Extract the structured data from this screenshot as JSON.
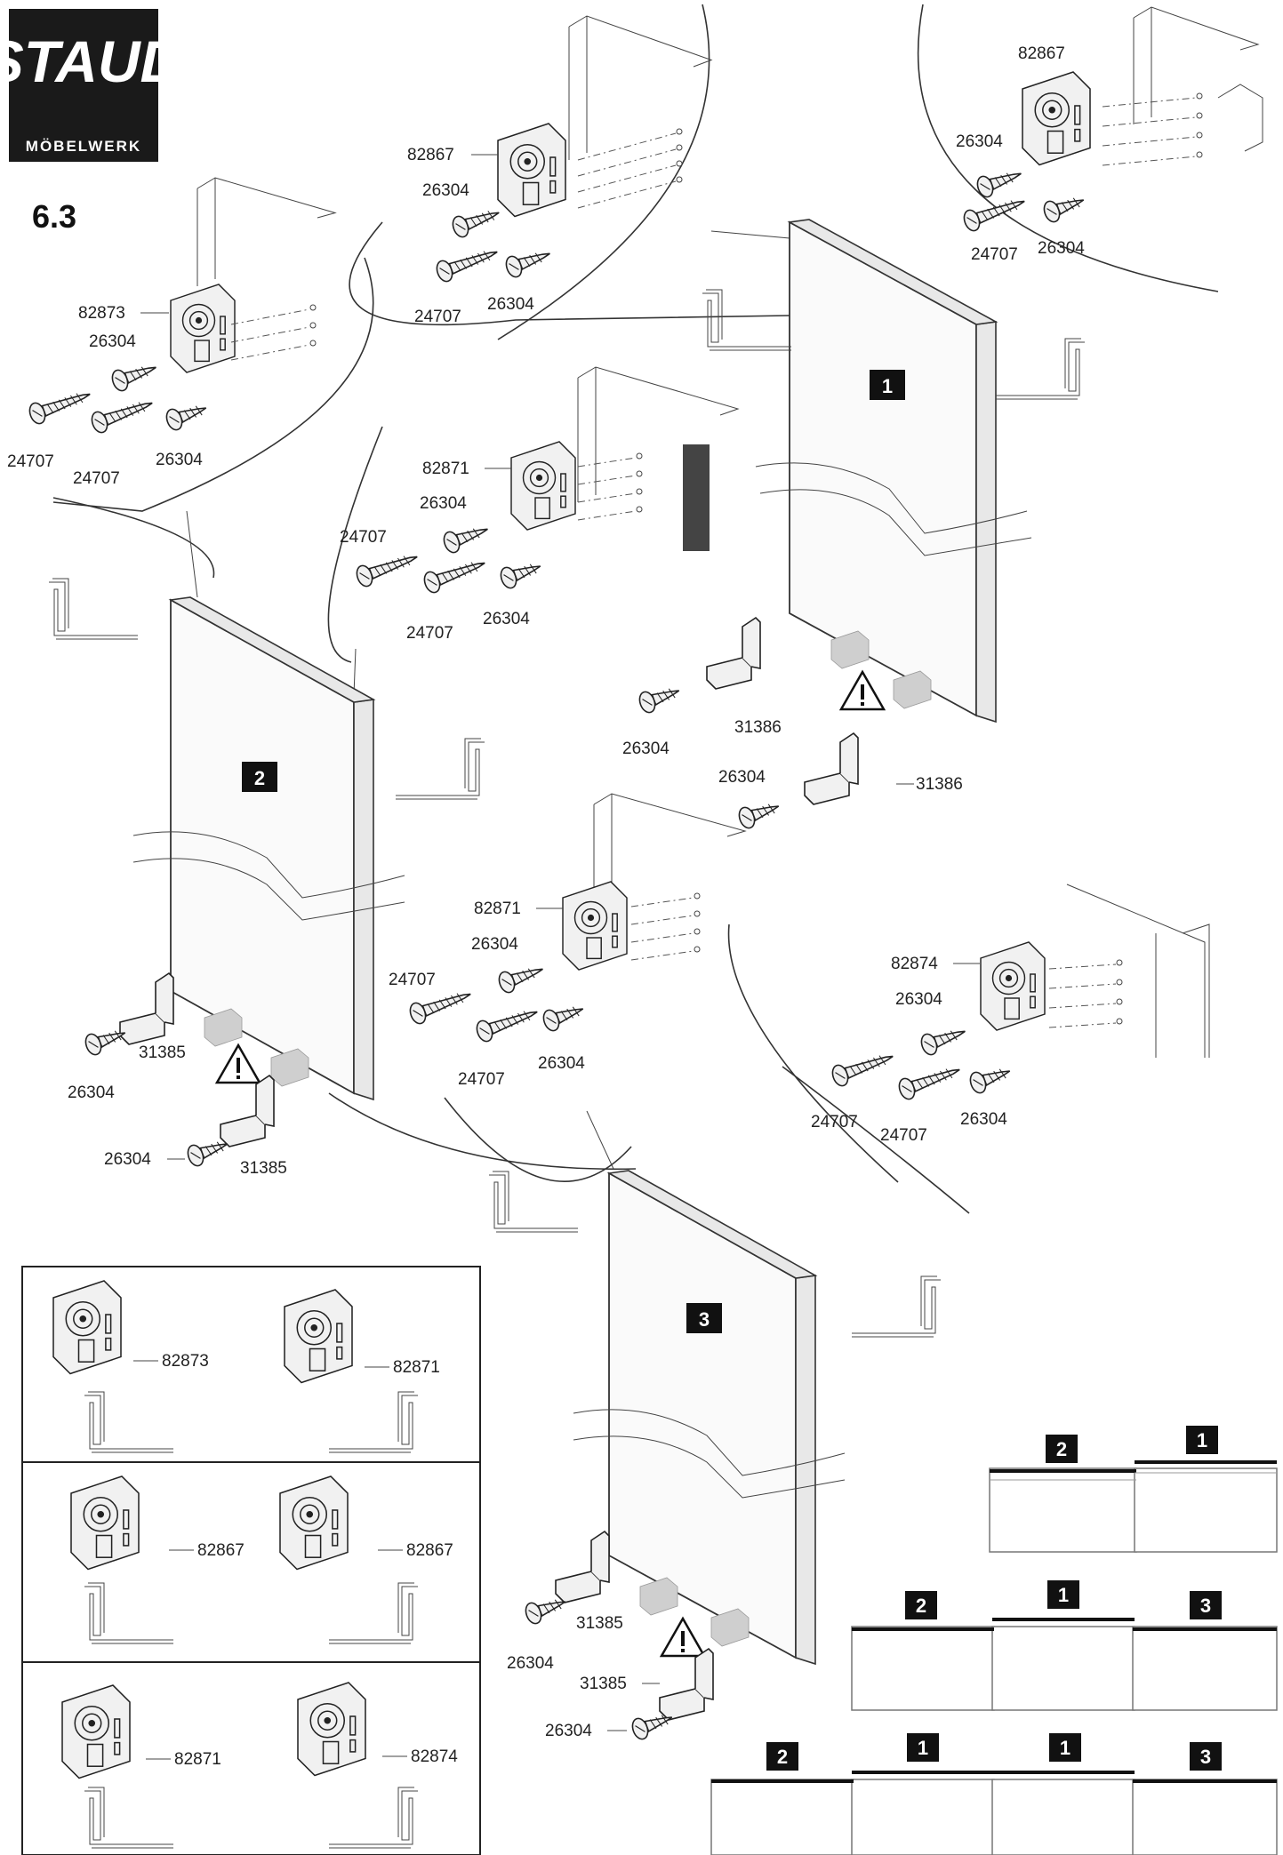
{
  "brand": {
    "logo_text": "STAUD",
    "subtitle": "MÖBELWERK"
  },
  "section": "6.3",
  "panels": {
    "p1": "1",
    "p2": "2",
    "p3": "3"
  },
  "parts": {
    "c82867a": "82867",
    "c26304a": "26304",
    "c24707a": "24707",
    "c26304b": "26304",
    "c82867b": "82867",
    "c26304c": "26304",
    "c24707b": "24707",
    "c26304d": "26304",
    "c82873": "82873",
    "c26304e": "26304",
    "c24707c": "24707",
    "c24707d": "24707",
    "c26304f": "26304",
    "c82871a": "82871",
    "c24707e": "24707",
    "c26304g": "26304",
    "c24707f": "24707",
    "c26304h": "26304",
    "p1_26304a": "26304",
    "p1_31386a": "31386",
    "p1_26304b": "26304",
    "p1_31386b": "31386",
    "p2_26304a": "26304",
    "p2_31385a": "31385",
    "p2_26304b": "26304",
    "p2_31385b": "31385",
    "c82871b": "82871",
    "c26304i": "26304",
    "c24707g": "24707",
    "c24707h": "24707",
    "c26304j": "26304",
    "c82874": "82874",
    "c26304k": "26304",
    "c24707i": "24707",
    "c24707j": "24707",
    "c26304l": "26304",
    "p3_26304a": "26304",
    "p3_31385a": "31385",
    "p3_31385b": "31385",
    "p3_26304b": "26304"
  },
  "legend": {
    "r1a": "82873",
    "r1b": "82871",
    "r2a": "82867",
    "r2b": "82867",
    "r3a": "82871",
    "r3b": "82874"
  },
  "configs": {
    "c1": [
      "2",
      "1"
    ],
    "c2": [
      "2",
      "1",
      "3"
    ],
    "c3": [
      "2",
      "1",
      "1",
      "3"
    ]
  },
  "warning_symbol": "⚠",
  "icons": [
    "warning-triangle-icon",
    "screw-icon",
    "roller-hardware-icon",
    "profile-rail-icon"
  ]
}
